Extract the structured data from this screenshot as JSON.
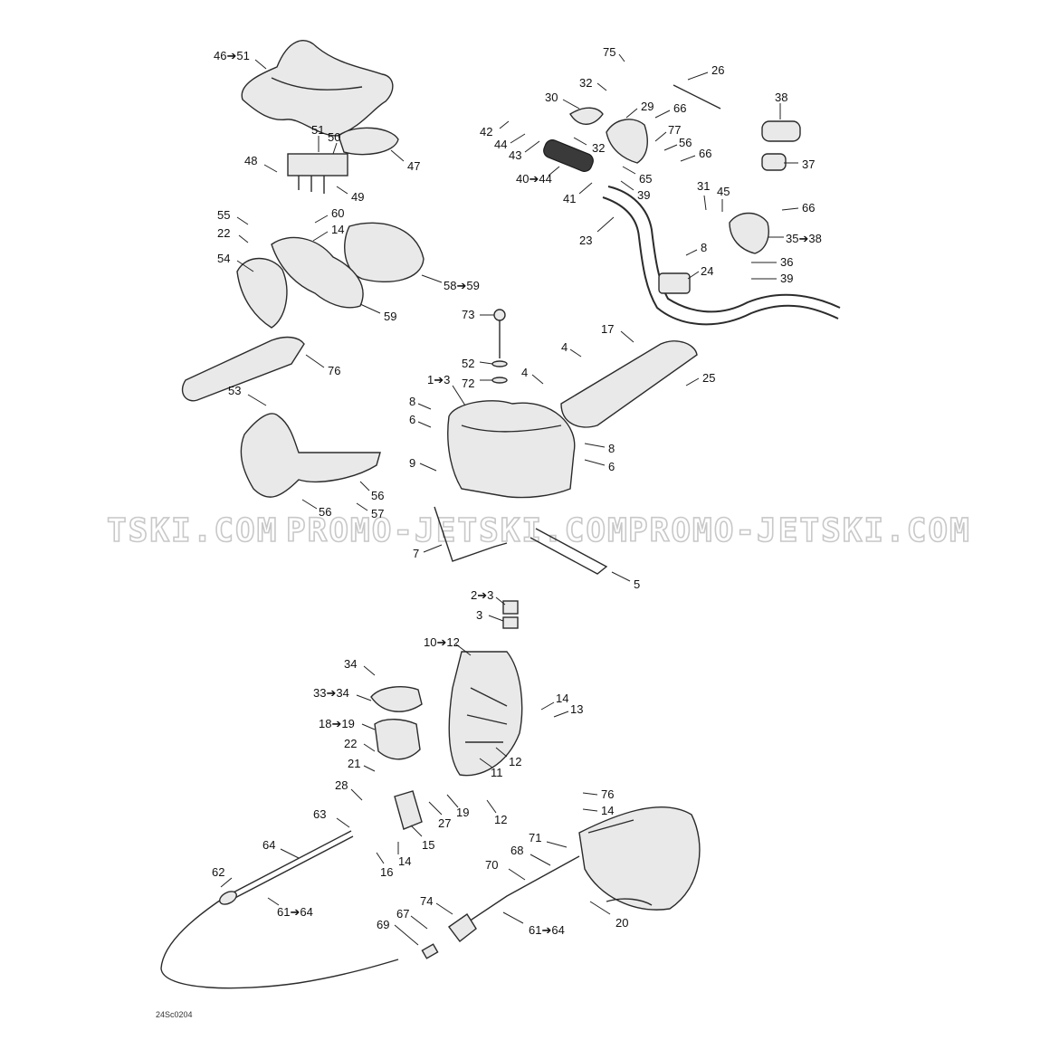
{
  "watermarks": [
    "TSKI.COM",
    "PROMO-JETSKI.COM",
    "PROMO-JETSKI.COM"
  ],
  "diagram_code": "24Sc0204",
  "callouts": [
    {
      "id": "c46",
      "text": "46➔51"
    },
    {
      "id": "c51",
      "text": "51"
    },
    {
      "id": "c50",
      "text": "50"
    },
    {
      "id": "c47",
      "text": "47"
    },
    {
      "id": "c48",
      "text": "48"
    },
    {
      "id": "c49",
      "text": "49"
    },
    {
      "id": "c55",
      "text": "55"
    },
    {
      "id": "c60",
      "text": "60"
    },
    {
      "id": "c22a",
      "text": "22"
    },
    {
      "id": "c14a",
      "text": "14"
    },
    {
      "id": "c54",
      "text": "54"
    },
    {
      "id": "c58",
      "text": "58➔59"
    },
    {
      "id": "c59",
      "text": "59"
    },
    {
      "id": "c76a",
      "text": "76"
    },
    {
      "id": "c53",
      "text": "53"
    },
    {
      "id": "c56a",
      "text": "56"
    },
    {
      "id": "c56b",
      "text": "56"
    },
    {
      "id": "c57",
      "text": "57"
    },
    {
      "id": "c75",
      "text": "75"
    },
    {
      "id": "c26",
      "text": "26"
    },
    {
      "id": "c32a",
      "text": "32"
    },
    {
      "id": "c30",
      "text": "30"
    },
    {
      "id": "c29",
      "text": "29"
    },
    {
      "id": "c66a",
      "text": "66"
    },
    {
      "id": "c38",
      "text": "38"
    },
    {
      "id": "c42",
      "text": "42"
    },
    {
      "id": "c44",
      "text": "44"
    },
    {
      "id": "c43",
      "text": "43"
    },
    {
      "id": "c32b",
      "text": "32"
    },
    {
      "id": "c77",
      "text": "77"
    },
    {
      "id": "c56c",
      "text": "56"
    },
    {
      "id": "c66b",
      "text": "66"
    },
    {
      "id": "c37",
      "text": "37"
    },
    {
      "id": "c40",
      "text": "40➔44"
    },
    {
      "id": "c65",
      "text": "65"
    },
    {
      "id": "c41",
      "text": "41"
    },
    {
      "id": "c39a",
      "text": "39"
    },
    {
      "id": "c31",
      "text": "31"
    },
    {
      "id": "c45",
      "text": "45"
    },
    {
      "id": "c66c",
      "text": "66"
    },
    {
      "id": "c23",
      "text": "23"
    },
    {
      "id": "c35",
      "text": "35➔38"
    },
    {
      "id": "c8a",
      "text": "8"
    },
    {
      "id": "c24",
      "text": "24"
    },
    {
      "id": "c36",
      "text": "36"
    },
    {
      "id": "c39b",
      "text": "39"
    },
    {
      "id": "c73",
      "text": "73"
    },
    {
      "id": "c17",
      "text": "17"
    },
    {
      "id": "c4a",
      "text": "4"
    },
    {
      "id": "c52",
      "text": "52"
    },
    {
      "id": "c4b",
      "text": "4"
    },
    {
      "id": "c25",
      "text": "25"
    },
    {
      "id": "c1",
      "text": "1➔3"
    },
    {
      "id": "c72",
      "text": "72"
    },
    {
      "id": "c8b",
      "text": "8"
    },
    {
      "id": "c6a",
      "text": "6"
    },
    {
      "id": "c8c",
      "text": "8"
    },
    {
      "id": "c6b",
      "text": "6"
    },
    {
      "id": "c9",
      "text": "9"
    },
    {
      "id": "c7",
      "text": "7"
    },
    {
      "id": "c5",
      "text": "5"
    },
    {
      "id": "c2",
      "text": "2➔3"
    },
    {
      "id": "c3",
      "text": "3"
    },
    {
      "id": "c10",
      "text": "10➔12"
    },
    {
      "id": "c34",
      "text": "34"
    },
    {
      "id": "c33",
      "text": "33➔34"
    },
    {
      "id": "c14b",
      "text": "14"
    },
    {
      "id": "c13",
      "text": "13"
    },
    {
      "id": "c18",
      "text": "18➔19"
    },
    {
      "id": "c22b",
      "text": "22"
    },
    {
      "id": "c12a",
      "text": "12"
    },
    {
      "id": "c21",
      "text": "21"
    },
    {
      "id": "c11",
      "text": "11"
    },
    {
      "id": "c28",
      "text": "28"
    },
    {
      "id": "c27",
      "text": "27"
    },
    {
      "id": "c19",
      "text": "19"
    },
    {
      "id": "c12b",
      "text": "12"
    },
    {
      "id": "c63",
      "text": "63"
    },
    {
      "id": "c15",
      "text": "15"
    },
    {
      "id": "c76b",
      "text": "76"
    },
    {
      "id": "c14c",
      "text": "14"
    },
    {
      "id": "c64",
      "text": "64"
    },
    {
      "id": "c71",
      "text": "71"
    },
    {
      "id": "c14d",
      "text": "14"
    },
    {
      "id": "c16",
      "text": "16"
    },
    {
      "id": "c68",
      "text": "68"
    },
    {
      "id": "c70",
      "text": "70"
    },
    {
      "id": "c62",
      "text": "62"
    },
    {
      "id": "c61a",
      "text": "61➔64"
    },
    {
      "id": "c74",
      "text": "74"
    },
    {
      "id": "c61b",
      "text": "61➔64"
    },
    {
      "id": "c20",
      "text": "20"
    },
    {
      "id": "c67",
      "text": "67"
    },
    {
      "id": "c69",
      "text": "69"
    }
  ]
}
